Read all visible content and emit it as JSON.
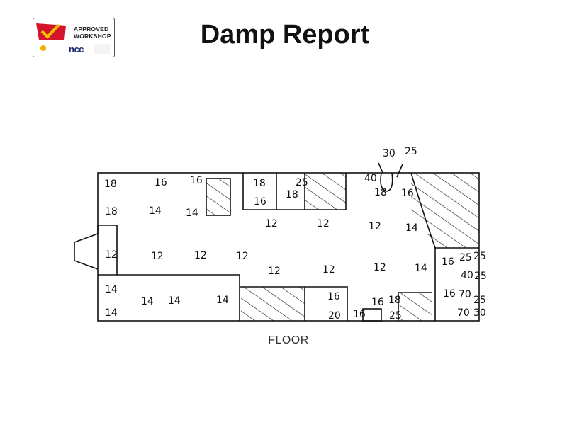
{
  "page": {
    "title": "Damp Report",
    "floor_label": "FLOOR"
  },
  "logo": {
    "line1": "APPROVED",
    "line2": "WORKSHOP",
    "brand": "ncc",
    "colors": {
      "flag": "#d4142a",
      "check": "#f2c500",
      "ink": "#1a2a6e"
    }
  },
  "readings": [
    "18",
    "16",
    "16",
    "18",
    "14",
    "14",
    "18",
    "16",
    "25",
    "18",
    "30",
    "25",
    "40",
    "18",
    "16",
    "12",
    "12",
    "12",
    "14",
    "12",
    "12",
    "12",
    "12",
    "12",
    "12",
    "12",
    "14",
    "14",
    "14",
    "14",
    "14",
    "14",
    "16",
    "20",
    "16",
    "18",
    "16",
    "25",
    "16",
    "25",
    "25",
    "40",
    "25",
    "16",
    "70",
    "25",
    "70",
    "30"
  ]
}
